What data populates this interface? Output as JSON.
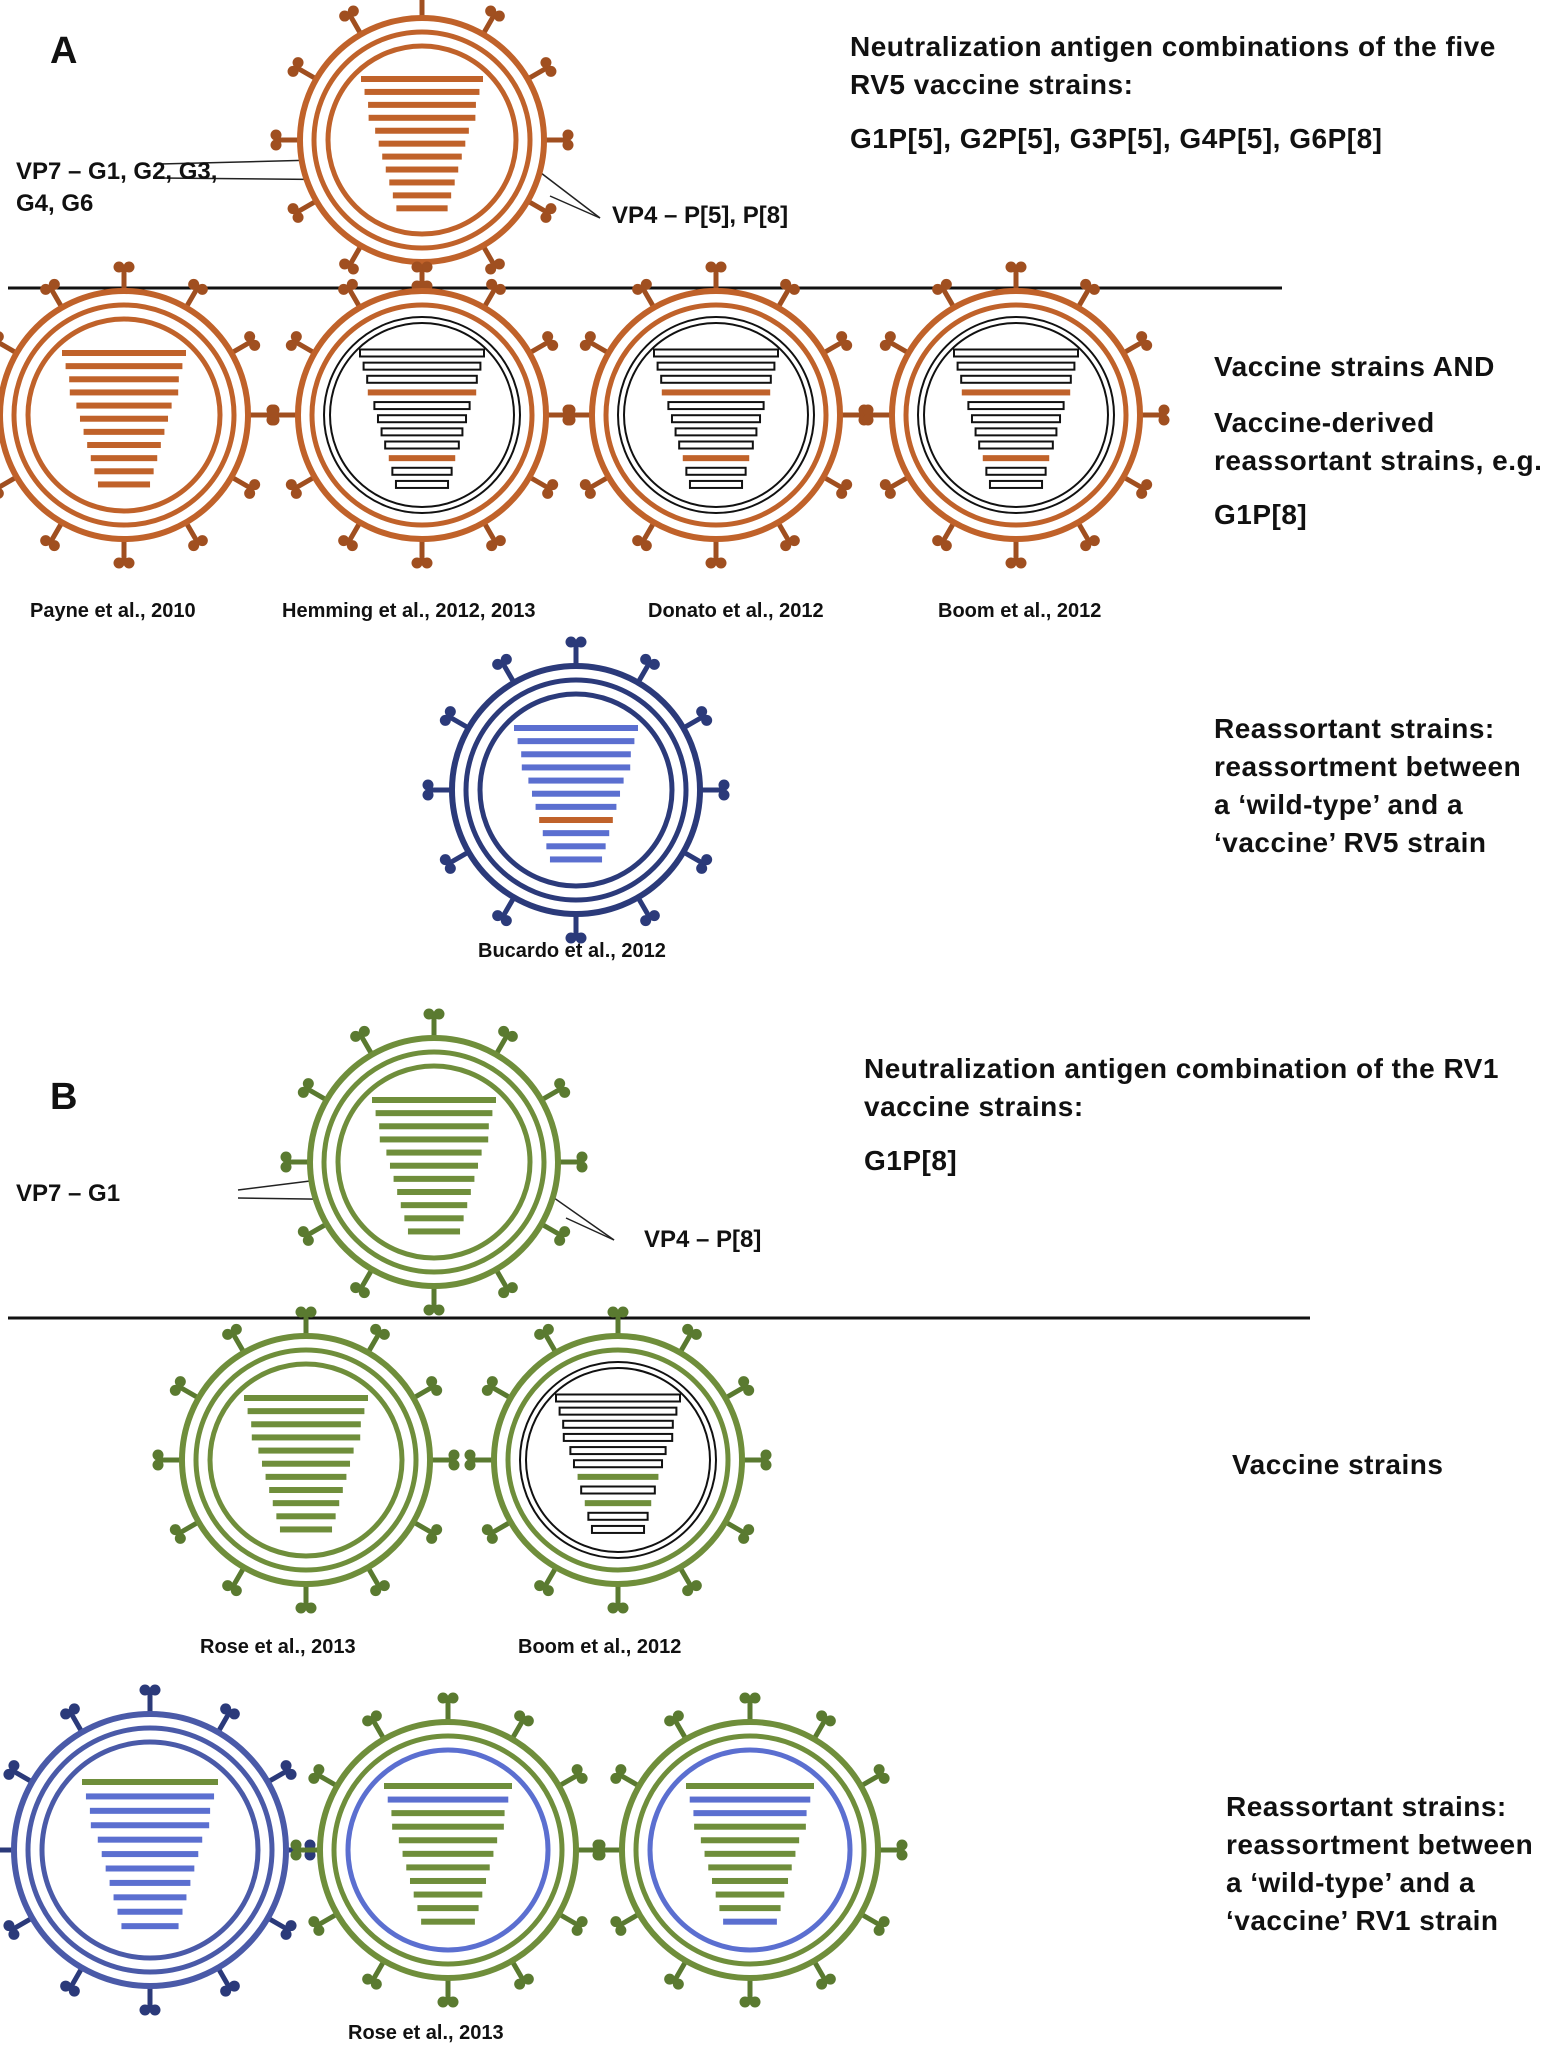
{
  "colors": {
    "rv5": "#c0622a",
    "rv5_spike": "#a04f20",
    "rv1": "#6f8e3b",
    "rv1_spike": "#5a7a30",
    "wild": "#4a5aa8",
    "wild_dark": "#2b3a7a",
    "wild_line": "#5b6fd0",
    "black": "#111111"
  },
  "panel_a": {
    "label": "A",
    "title_lines": [
      "Neutralization antigen combinations of the five",
      "RV5 vaccine strains:"
    ],
    "combinations": "G1P[5], G2P[5], G3P[5], G4P[5], G6P[8]",
    "vp7_lines": [
      "VP7 – G1, G2, G3,",
      "G4, G6"
    ],
    "vp4": "VP4 – P[5], P[8]",
    "group1_lines": [
      "Vaccine strains  AND",
      "Vaccine-derived",
      "reassortant strains, e.g.",
      "G1P[8]"
    ],
    "group1_cites": [
      "Payne et al., 2010",
      "Hemming et al., 2012, 2013",
      "Donato et al., 2012",
      "Boom et al., 2012"
    ],
    "group2_lines": [
      "Reassortant strains:",
      "reassortment between",
      "a ‘wild-type’ and a",
      "‘vaccine’ RV5 strain"
    ],
    "group2_cite": "Bucardo et al., 2012"
  },
  "panel_b": {
    "label": "B",
    "title_lines": [
      "Neutralization antigen combination of the RV1",
      "vaccine strains:"
    ],
    "combinations": "G1P[8]",
    "vp7": "VP7 – G1",
    "vp4": "VP4 – P[8]",
    "group1_label": "Vaccine strains",
    "group1_cites": [
      "Rose et al., 2013",
      "Boom et al., 2012"
    ],
    "group2_lines": [
      "Reassortant strains:",
      "reassortment between",
      "a ‘wild-type’ and a",
      "‘vaccine’ RV1 strain"
    ],
    "group2_cite": "Rose et al., 2013"
  },
  "virions": [
    {
      "id": "a-main",
      "outer": "rv5",
      "inner": "rv5",
      "spike": "rv5_spike",
      "segs": [
        "rv5",
        "rv5",
        "rv5",
        "rv5",
        "rv5",
        "rv5",
        "rv5",
        "rv5",
        "rv5",
        "rv5",
        "rv5"
      ]
    },
    {
      "id": "a-payne",
      "outer": "rv5",
      "inner": "rv5",
      "spike": "rv5_spike",
      "segs": [
        "rv5",
        "rv5",
        "rv5",
        "rv5",
        "rv5",
        "rv5",
        "rv5",
        "rv5",
        "rv5",
        "rv5",
        "rv5"
      ]
    },
    {
      "id": "a-hemming",
      "outer": "rv5",
      "inner": "black",
      "spike": "rv5_spike",
      "segs": [
        "open",
        "open",
        "open",
        "rv5",
        "open",
        "open",
        "open",
        "open",
        "rv5",
        "open",
        "open"
      ]
    },
    {
      "id": "a-donato",
      "outer": "rv5",
      "inner": "black",
      "spike": "rv5_spike",
      "segs": [
        "open",
        "open",
        "open",
        "rv5",
        "open",
        "open",
        "open",
        "open",
        "rv5",
        "open",
        "open"
      ]
    },
    {
      "id": "a-boom",
      "outer": "rv5",
      "inner": "black",
      "spike": "rv5_spike",
      "segs": [
        "open",
        "open",
        "open",
        "rv5",
        "open",
        "open",
        "open",
        "open",
        "rv5",
        "open",
        "open"
      ]
    },
    {
      "id": "a-bucardo",
      "outer": "wild_dark",
      "inner": "wild_dark",
      "spike": "wild_dark",
      "segs": [
        "wild_line",
        "wild_line",
        "wild_line",
        "wild_line",
        "wild_line",
        "wild_line",
        "wild_line",
        "rv5",
        "wild_line",
        "wild_line",
        "wild_line"
      ]
    },
    {
      "id": "b-main",
      "outer": "rv1",
      "inner": "rv1",
      "spike": "rv1_spike",
      "segs": [
        "rv1",
        "rv1",
        "rv1",
        "rv1",
        "rv1",
        "rv1",
        "rv1",
        "rv1",
        "rv1",
        "rv1",
        "rv1"
      ]
    },
    {
      "id": "b-rose",
      "outer": "rv1",
      "inner": "rv1",
      "spike": "rv1_spike",
      "segs": [
        "rv1",
        "rv1",
        "rv1",
        "rv1",
        "rv1",
        "rv1",
        "rv1",
        "rv1",
        "rv1",
        "rv1",
        "rv1"
      ]
    },
    {
      "id": "b-boom",
      "outer": "rv1",
      "inner": "black",
      "spike": "rv1_spike",
      "segs": [
        "open",
        "open",
        "open",
        "open",
        "open",
        "open",
        "rv1",
        "open",
        "rv1",
        "open",
        "open"
      ]
    },
    {
      "id": "b-reass-1",
      "outer": "wild",
      "inner": "wild",
      "spike": "wild_dark",
      "segs": [
        "rv1",
        "wild_line",
        "wild_line",
        "wild_line",
        "wild_line",
        "wild_line",
        "wild_line",
        "wild_line",
        "wild_line",
        "wild_line",
        "wild_line"
      ]
    },
    {
      "id": "b-reass-2",
      "outer": "rv1",
      "inner": "wild_line",
      "spike": "rv1_spike",
      "segs": [
        "rv1",
        "wild_line",
        "rv1",
        "rv1",
        "rv1",
        "rv1",
        "rv1",
        "rv1",
        "rv1",
        "rv1",
        "rv1"
      ]
    },
    {
      "id": "b-reass-3",
      "outer": "rv1",
      "inner": "wild_line",
      "spike": "rv1_spike",
      "segs": [
        "rv1",
        "wild_line",
        "wild_line",
        "rv1",
        "rv1",
        "rv1",
        "rv1",
        "rv1",
        "rv1",
        "rv1",
        "wild_line"
      ]
    }
  ]
}
